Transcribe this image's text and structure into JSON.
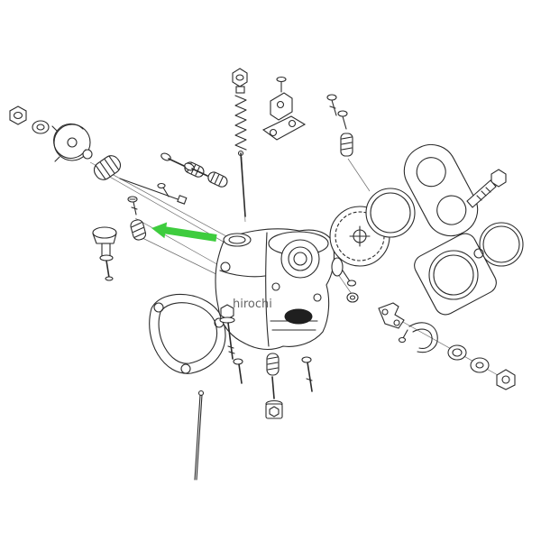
{
  "diagram": {
    "type": "exploded-parts-diagram",
    "subject": "carburetor assembly",
    "watermark": "hirochi",
    "line_color": "#2b2b2b",
    "background": "#ffffff",
    "annotation_arrow": {
      "shape": "arrow",
      "direction": "left",
      "color": "#3ecc3e"
    },
    "parts": [
      "hex-nut",
      "flat-washer",
      "cover-plate",
      "coil-spring",
      "linkage-rod",
      "screw-with-spring",
      "screw-with-spring",
      "pilot-screw",
      "pilot-spring",
      "tickler-plunger",
      "mounting-gasket",
      "top-bolt",
      "main-spring",
      "jet-needle",
      "cable-bracket",
      "set-screws",
      "return-spring",
      "carburetor-body",
      "bowl-bolt",
      "bowl-screw",
      "drain-plug",
      "float-needle",
      "shaft-screw",
      "small-washer",
      "diaphragm",
      "o-ring",
      "flange-gasket",
      "mounting-bolt",
      "o-ring",
      "spacer-block",
      "bellcrank-lever",
      "band-clamp",
      "washer",
      "washer",
      "hex-nut"
    ]
  }
}
